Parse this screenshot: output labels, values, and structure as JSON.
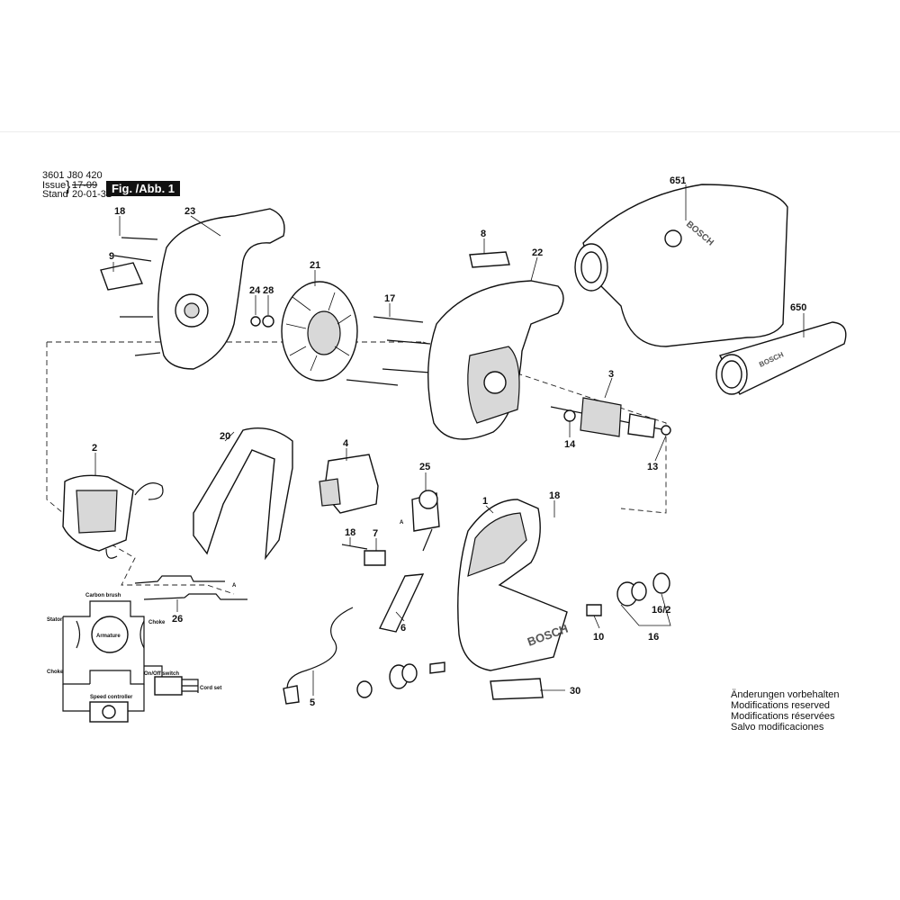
{
  "header": {
    "part_number": "3601 J80 420",
    "issue_label": "Issue",
    "issue_value": "17-09",
    "stand_label": "Stand",
    "stand_value": "20-01-31",
    "figure_label": "Fig. /Abb. 1"
  },
  "notes": [
    "Änderungen vorbehalten",
    "Modifications reserved",
    "Modifications réservées",
    "Salvo modificaciones"
  ],
  "brand": "BOSCH",
  "callouts": {
    "p651": "651",
    "p650": "650",
    "p23": "23",
    "p18a": "18",
    "p9": "9",
    "p21": "21",
    "p24": "24",
    "p28": "28",
    "p17": "17",
    "p8": "8",
    "p22": "22",
    "p3": "3",
    "p14": "14",
    "p13": "13",
    "p2": "2",
    "p20": "20",
    "p4": "4",
    "p25": "25",
    "p1": "1",
    "p18b": "18",
    "p18c": "18",
    "p7": "7",
    "p26": "26",
    "p6": "6",
    "p10": "10",
    "p16_2": "16/2",
    "p16": "16",
    "p5": "5",
    "p30": "30"
  },
  "schematic": {
    "carbon_brush": "Carbon brush",
    "stator": "Stator",
    "armature": "Armature",
    "choke_1": "Choke",
    "choke_2": "Choke",
    "on_off_switch": "On/Off switch",
    "speed_controller": "Speed controller",
    "cord_set": "Cord set"
  },
  "markers": {
    "a1": "A",
    "a2": "A"
  }
}
